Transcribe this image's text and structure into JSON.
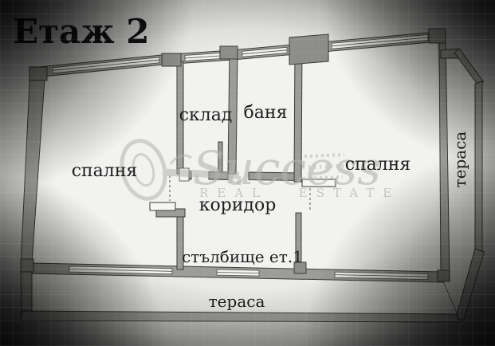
{
  "title": "Етаж 2",
  "rooms": {
    "bedroom_left": {
      "label": "спалня"
    },
    "storage": {
      "label": "склад"
    },
    "bathroom": {
      "label": "баня"
    },
    "bedroom_right": {
      "label": "спалня"
    },
    "corridor": {
      "label": "коридор"
    },
    "staircase": {
      "label": "стълбище ет.1"
    },
    "terrace_bottom": {
      "label": "тераса"
    },
    "terrace_right": {
      "label": "тераса"
    }
  },
  "watermark": {
    "brand": "Success",
    "subtitle": "REAL ESTATE"
  },
  "colors": {
    "wall": "#9c9c99",
    "pillar": "#8d8d8a",
    "floor": "#f2f2f0",
    "terrace_floor": "#eaeae7",
    "ink": "#1c1c1c",
    "watermark": "#b2b2ae",
    "vignette_dark": "#111111"
  }
}
